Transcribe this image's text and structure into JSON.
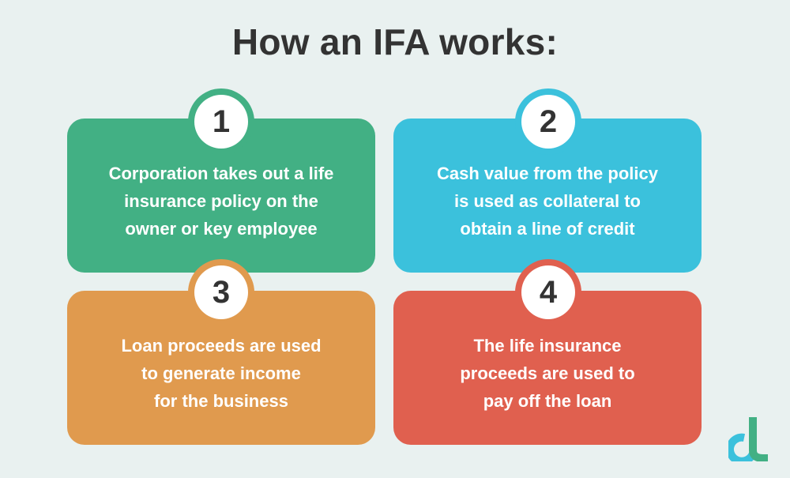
{
  "title": "How an IFA works:",
  "colors": {
    "background": "#e9f1f0",
    "green": "#42b084",
    "blue": "#3bc1dc",
    "orange": "#e09a4e",
    "red": "#e0604f",
    "title_text": "#333333"
  },
  "steps": [
    {
      "number": "1",
      "color": "#42b084",
      "lines": [
        "Corporation takes out a life",
        "insurance policy on the",
        "owner or key employee"
      ]
    },
    {
      "number": "2",
      "color": "#3bc1dc",
      "lines": [
        "Cash value from the policy",
        "is used as collateral to",
        "obtain a line of credit"
      ]
    },
    {
      "number": "3",
      "color": "#e09a4e",
      "lines": [
        "Loan proceeds are used",
        "to generate income",
        "for the business"
      ]
    },
    {
      "number": "4",
      "color": "#e0604f",
      "lines": [
        "The life insurance",
        "proceeds are used to",
        "pay off the loan"
      ]
    }
  ],
  "logo": {
    "icon": "dl-brand-logo-icon",
    "colors": [
      "#3bc1dc",
      "#42b084"
    ]
  }
}
